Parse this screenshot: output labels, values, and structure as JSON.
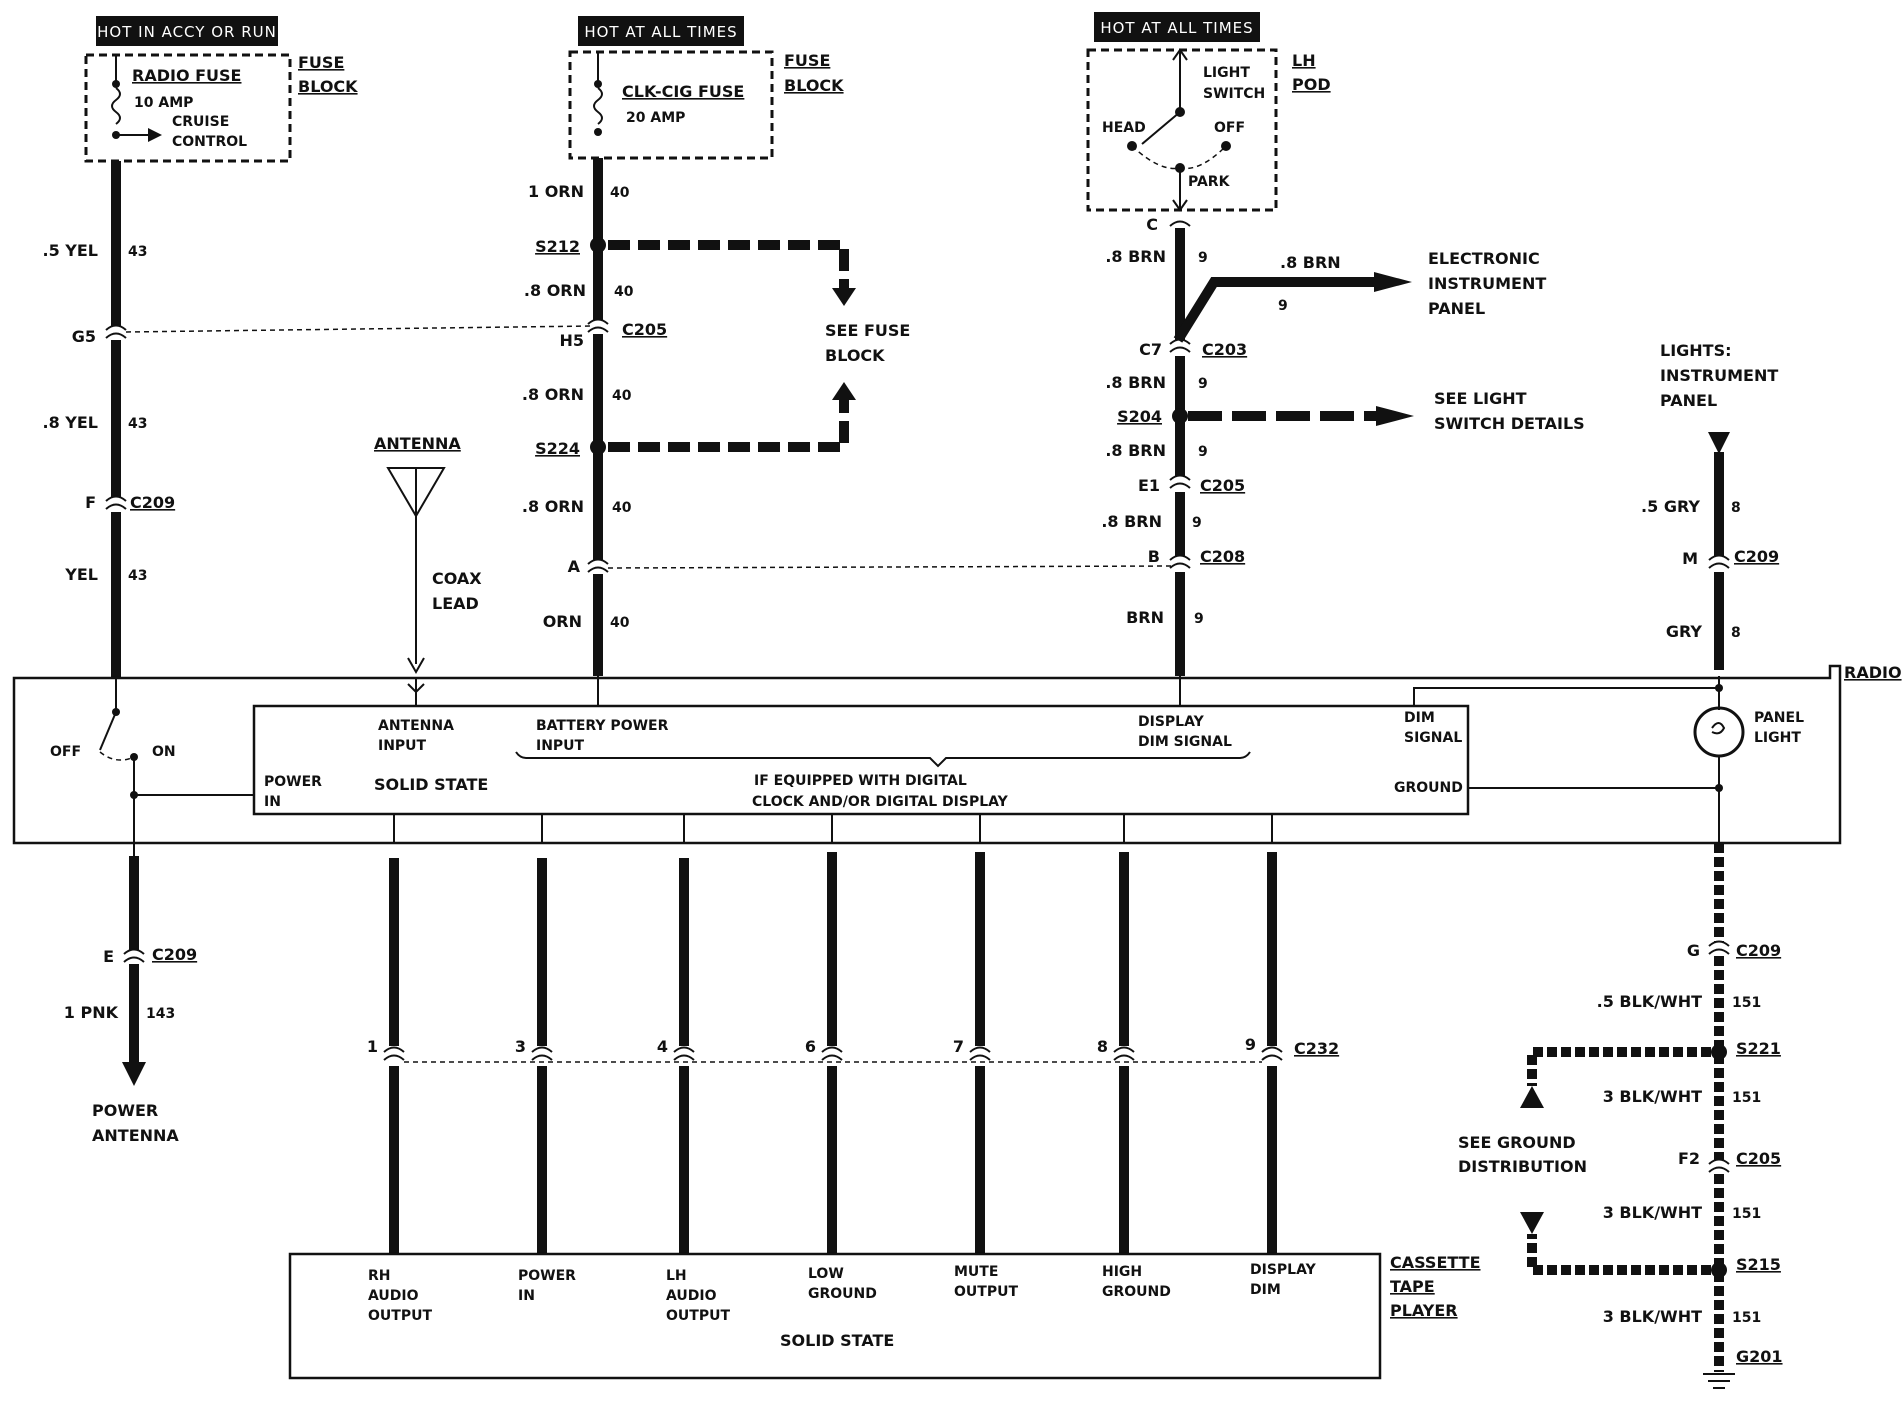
{
  "headers": {
    "radio_feed": "HOT IN ACCY OR RUN",
    "clock_feed": "HOT AT ALL TIMES",
    "light_feed": "HOT AT ALL TIMES"
  },
  "fuse_block_1": {
    "fuse": "RADIO FUSE",
    "rating": "10 AMP",
    "branch_1": "CRUISE",
    "branch_2": "CONTROL",
    "block_1": "FUSE",
    "block_2": "BLOCK"
  },
  "fuse_block_2": {
    "fuse": "CLK-CIG FUSE",
    "rating": "20 AMP",
    "block_1": "FUSE",
    "block_2": "BLOCK"
  },
  "lh_pod": {
    "switch_1": "LIGHT",
    "switch_2": "SWITCH",
    "head": "HEAD",
    "off": "OFF",
    "park": "PARK",
    "pod_1": "LH",
    "pod_2": "POD",
    "terminal": "C"
  },
  "left_wire": [
    {
      "text": ".5 YEL"
    },
    {
      "text": "43"
    },
    {
      "text": "G5"
    },
    {
      "text": ".8 YEL"
    },
    {
      "text": "43"
    },
    {
      "text": "F"
    },
    {
      "text": "C209"
    },
    {
      "text": "YEL"
    },
    {
      "text": "43"
    }
  ],
  "clock_wire": [
    {
      "text": "1 ORN"
    },
    {
      "text": "40"
    },
    {
      "text": "S212"
    },
    {
      "text": ".8 ORN"
    },
    {
      "text": "40"
    },
    {
      "text": "H5"
    },
    {
      "text": "C205"
    },
    {
      "text": ".8 ORN"
    },
    {
      "text": "40"
    },
    {
      "text": "S224"
    },
    {
      "text": ".8 ORN"
    },
    {
      "text": "40"
    },
    {
      "text": "A"
    },
    {
      "text": "ORN"
    },
    {
      "text": "40"
    }
  ],
  "see_fuse_block": [
    "SEE FUSE",
    "BLOCK"
  ],
  "antenna": {
    "title": "ANTENNA",
    "lead_1": "COAX",
    "lead_2": "LEAD"
  },
  "light_wire": [
    {
      "text": ".8 BRN"
    },
    {
      "text": "9"
    },
    {
      "text": "C7"
    },
    {
      "text": "C203"
    },
    {
      "text": ".8 BRN"
    },
    {
      "text": "9"
    },
    {
      "text": "S204"
    },
    {
      "text": ".8 BRN"
    },
    {
      "text": "9"
    },
    {
      "text": "E1"
    },
    {
      "text": "C205"
    },
    {
      "text": ".8 BRN"
    },
    {
      "text": "9"
    },
    {
      "text": "B"
    },
    {
      "text": "C208"
    },
    {
      "text": "BRN"
    },
    {
      "text": "9"
    }
  ],
  "eip_branch": {
    "gauge": ".8 BRN",
    "circuit": "9",
    "dest": [
      "ELECTRONIC",
      "INSTRUMENT",
      "PANEL"
    ]
  },
  "light_switch_details": [
    "SEE LIGHT",
    "SWITCH DETAILS"
  ],
  "lights_panel": {
    "title": [
      "LIGHTS:",
      "INSTRUMENT",
      "PANEL"
    ],
    "labels": [
      {
        "text": ".5 GRY"
      },
      {
        "text": "8"
      },
      {
        "text": "M"
      },
      {
        "text": "C209"
      },
      {
        "text": "GRY"
      },
      {
        "text": "8"
      }
    ]
  },
  "radio": {
    "name": "RADIO",
    "switch_off": "OFF",
    "switch_on": "ON",
    "power_in_1": "POWER",
    "power_in_2": "IN",
    "antenna_in_1": "ANTENNA",
    "antenna_in_2": "INPUT",
    "solid_state": "SOLID STATE",
    "battery_1": "BATTERY POWER",
    "battery_2": "INPUT",
    "display_1": "DISPLAY",
    "display_2": "DIM SIGNAL",
    "digital_1": "IF EQUIPPED WITH DIGITAL",
    "digital_2": "CLOCK AND/OR DIGITAL DISPLAY",
    "dim_1": "DIM",
    "dim_2": "SIGNAL",
    "ground": "GROUND",
    "panel_light_1": "PANEL",
    "panel_light_2": "LIGHT"
  },
  "power_antenna": {
    "labels": [
      {
        "text": "E"
      },
      {
        "text": "C209"
      },
      {
        "text": "1 PNK"
      },
      {
        "text": "143"
      }
    ],
    "dest_1": "POWER",
    "dest_2": "ANTENNA"
  },
  "c232": {
    "connector": "C232",
    "pins": [
      "1",
      "3",
      "4",
      "6",
      "7",
      "8",
      "9"
    ]
  },
  "cassette": {
    "name": [
      "CASSETTE",
      "TAPE",
      "PLAYER"
    ],
    "solid_state": "SOLID STATE",
    "terminals": [
      [
        "RH",
        "AUDIO",
        "OUTPUT"
      ],
      [
        "POWER",
        "IN"
      ],
      [
        "LH",
        "AUDIO",
        "OUTPUT"
      ],
      [
        "LOW",
        "GROUND"
      ],
      [
        "MUTE",
        "OUTPUT"
      ],
      [
        "HIGH",
        "GROUND"
      ],
      [
        "DISPLAY",
        "DIM"
      ]
    ]
  },
  "ground_wire": [
    {
      "text": "G"
    },
    {
      "text": "C209"
    },
    {
      "text": ".5 BLK/WHT"
    },
    {
      "text": "151"
    },
    {
      "text": "S221"
    },
    {
      "text": "3 BLK/WHT"
    },
    {
      "text": "151"
    },
    {
      "text": "F2"
    },
    {
      "text": "C205"
    },
    {
      "text": "3 BLK/WHT"
    },
    {
      "text": "151"
    },
    {
      "text": "S215"
    },
    {
      "text": "3 BLK/WHT"
    },
    {
      "text": "151"
    },
    {
      "text": "G201"
    }
  ],
  "ground_distribution": [
    "SEE GROUND",
    "DISTRIBUTION"
  ]
}
